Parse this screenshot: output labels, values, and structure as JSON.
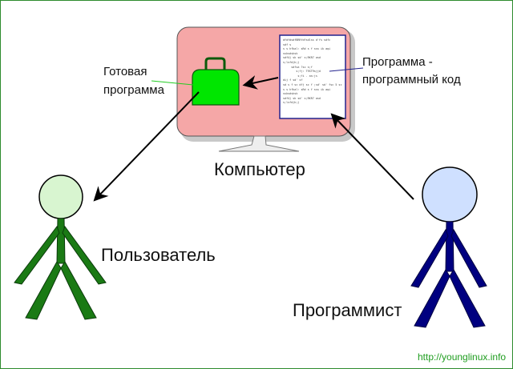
{
  "labels": {
    "ready_program": [
      "Готовая",
      "программа"
    ],
    "program_code": [
      "Программа -",
      "программный код"
    ],
    "computer": "Компьютер",
    "user": "Пользователь",
    "programmer": "Программист",
    "url": "http://younglinux.info"
  },
  "code_listing": [
    "dfdfdsdfBRRfdfsdlss d'fs sdfc",
    "sdf s",
    "s s hfkal: sRd s f sss ik aqi",
    "ssksdsksk",
    "sdf4j sk sd' s;RKR7 asd",
    "s;lsfdjk;j",
    "     sdfsa ?sc s;f",
    "        s;fj: T9ST9sjjd",
    "         s;fi . as:js",
    "dij f sd' sf",
    "sd s f sc dfj sc f ;sd' sd' fsc 5 sc f",
    "s s hfkal: sRd s f sss ik aqi",
    "ssksdsksk",
    "sdf4j sk sd' s;RKR7 asd",
    "s;lsfdjk;j"
  ],
  "colors": {
    "screen_fill": "#f5a7a7",
    "bag_fill": "#00e600",
    "user_head": "#d8f5d0",
    "user_body": "#1a7a14",
    "programmer_head": "#cfe0ff",
    "programmer_body": "#000080",
    "code_border": "#23238e",
    "connector_green": "#22cc22",
    "connector_blue": "#23238e"
  }
}
